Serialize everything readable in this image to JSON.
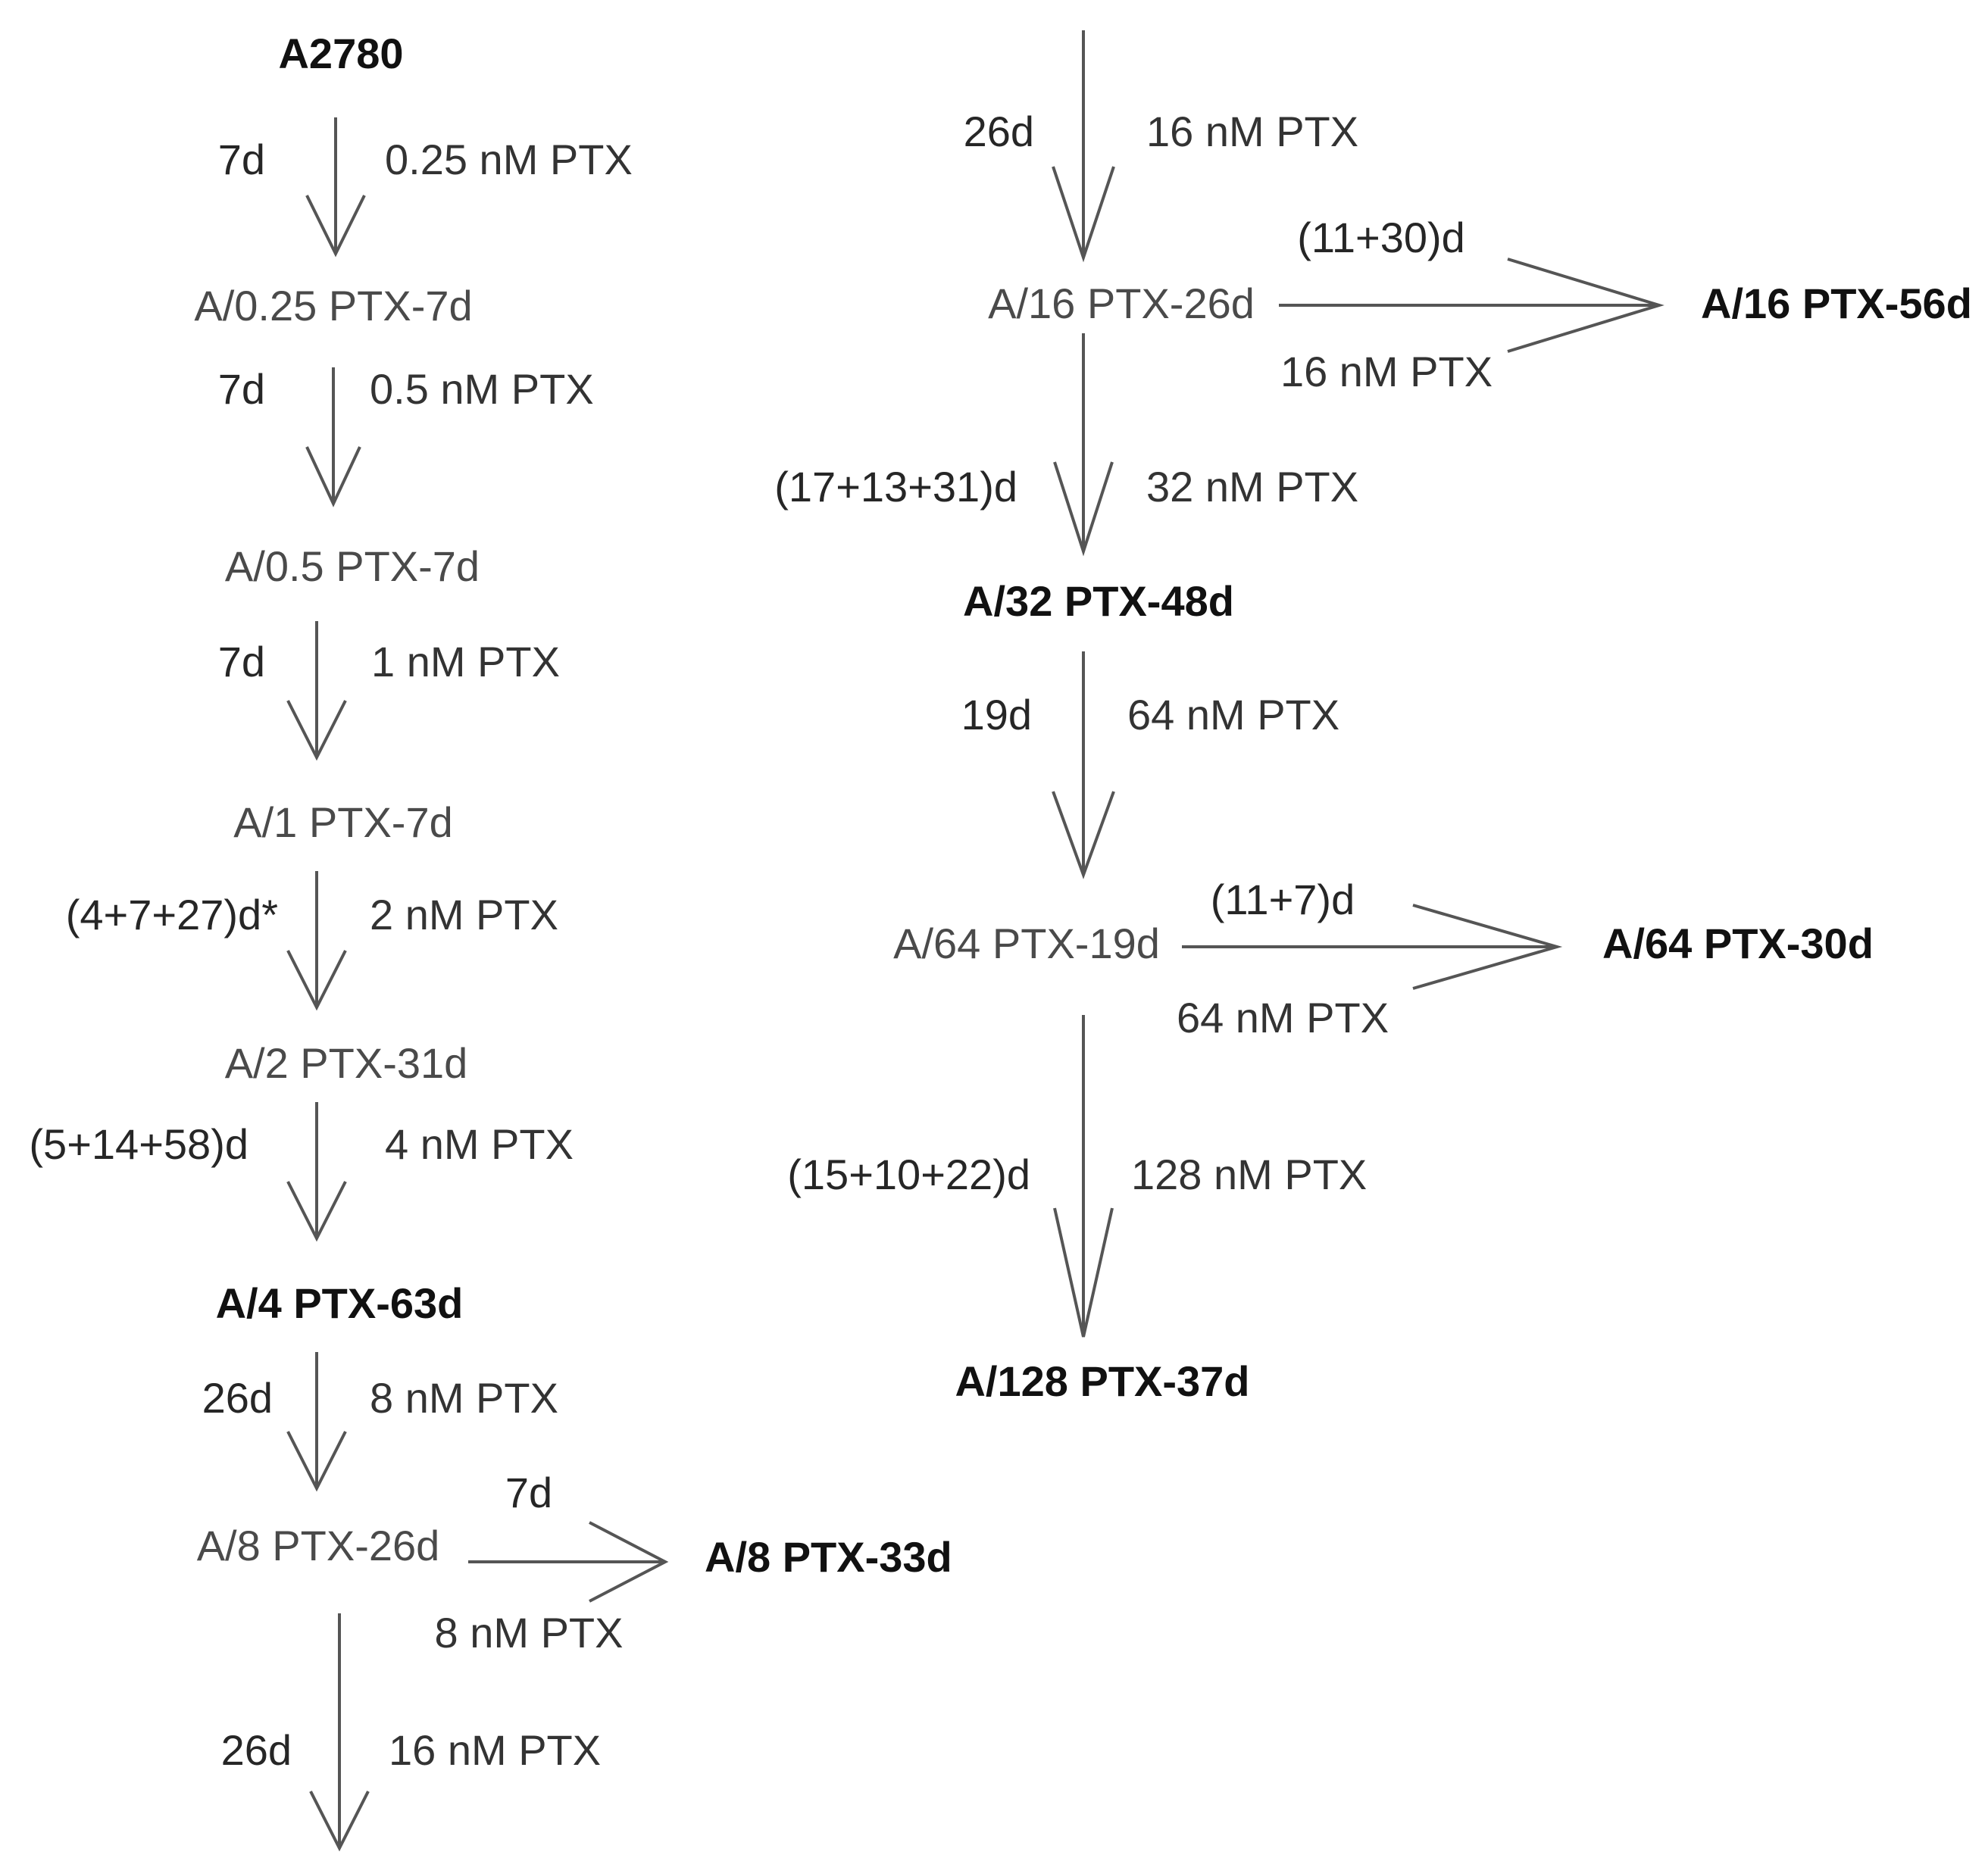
{
  "nodes": [
    {
      "id": "n_a2780",
      "text": "A2780",
      "bold": true
    },
    {
      "id": "n_025",
      "text": "A/0.25 PTX-7d",
      "bold": false
    },
    {
      "id": "n_05",
      "text": "A/0.5 PTX-7d",
      "bold": false
    },
    {
      "id": "n_1",
      "text": "A/1 PTX-7d",
      "bold": false
    },
    {
      "id": "n_2",
      "text": "A/2 PTX-31d",
      "bold": false
    },
    {
      "id": "n_4",
      "text": "A/4 PTX-63d",
      "bold": true
    },
    {
      "id": "n_8",
      "text": "A/8 PTX-26d",
      "bold": false
    },
    {
      "id": "n_8b",
      "text": "A/8 PTX-33d",
      "bold": true
    },
    {
      "id": "n_16",
      "text": "A/16 PTX-26d",
      "bold": false
    },
    {
      "id": "n_16b",
      "text": "A/16 PTX-56d",
      "bold": true
    },
    {
      "id": "n_32",
      "text": "A/32 PTX-48d",
      "bold": true
    },
    {
      "id": "n_64",
      "text": "A/64 PTX-19d",
      "bold": false
    },
    {
      "id": "n_64b",
      "text": "A/64 PTX-30d",
      "bold": true
    },
    {
      "id": "n_128",
      "text": "A/128 PTX-37d",
      "bold": true
    }
  ],
  "edges": [
    {
      "from": "n_a2780",
      "to": "n_025",
      "duration": [
        {
          "t": "7d",
          "b": true
        }
      ],
      "dose": "0.25 nM PTX"
    },
    {
      "from": "n_025",
      "to": "n_05",
      "duration": [
        {
          "t": "7d",
          "b": true
        }
      ],
      "dose": "0.5 nM PTX"
    },
    {
      "from": "n_05",
      "to": "n_1",
      "duration": [
        {
          "t": "7d",
          "b": true
        }
      ],
      "dose": "1 nM PTX"
    },
    {
      "from": "n_1",
      "to": "n_2",
      "duration": [
        {
          "t": "(",
          "b": false
        },
        {
          "t": "4",
          "b": true
        },
        {
          "t": "+",
          "b": false
        },
        {
          "t": "7",
          "b": false,
          "u": true
        },
        {
          "t": "+",
          "b": false
        },
        {
          "t": "27",
          "b": true
        },
        {
          "t": ")d*",
          "b": false
        }
      ],
      "dose": "2 nM PTX"
    },
    {
      "from": "n_2",
      "to": "n_4",
      "duration": [
        {
          "t": "(",
          "b": false
        },
        {
          "t": "5",
          "b": true
        },
        {
          "t": "+",
          "b": false
        },
        {
          "t": "14",
          "b": false,
          "u": true
        },
        {
          "t": "+",
          "b": false
        },
        {
          "t": "58",
          "b": true
        },
        {
          "t": ")d",
          "b": false
        }
      ],
      "dose": "4 nM PTX"
    },
    {
      "from": "n_4",
      "to": "n_8",
      "duration": [
        {
          "t": "26d",
          "b": true
        }
      ],
      "dose": "8 nM PTX"
    },
    {
      "from": "n_8",
      "to": "n_8b",
      "duration": [
        {
          "t": "7",
          "b": true
        },
        {
          "t": "d",
          "b": false
        }
      ],
      "dose": "8 nM PTX"
    },
    {
      "from": "n_8",
      "to": "n_16",
      "duration": [
        {
          "t": "26d",
          "b": true
        }
      ],
      "dose": "16 nM PTX"
    },
    {
      "from": "n_8",
      "to": "n_16",
      "duration": [
        {
          "t": "26d",
          "b": true
        }
      ],
      "dose": "16 nM PTX"
    },
    {
      "from": "n_16",
      "to": "n_16b",
      "duration": [
        {
          "t": "(",
          "b": false
        },
        {
          "t": "11",
          "b": false,
          "u": true
        },
        {
          "t": "+",
          "b": false
        },
        {
          "t": "30",
          "b": true
        },
        {
          "t": ")d",
          "b": false
        }
      ],
      "dose": "16 nM PTX"
    },
    {
      "from": "n_16",
      "to": "n_32",
      "duration": [
        {
          "t": "(",
          "b": false
        },
        {
          "t": "17",
          "b": true
        },
        {
          "t": "+",
          "b": false
        },
        {
          "t": "13",
          "b": false,
          "u": true
        },
        {
          "t": "+",
          "b": false
        },
        {
          "t": "31",
          "b": true
        },
        {
          "t": ")d",
          "b": false
        }
      ],
      "dose": "32 nM PTX"
    },
    {
      "from": "n_32",
      "to": "n_64",
      "duration": [
        {
          "t": "19d",
          "b": true
        }
      ],
      "dose": "64 nM PTX"
    },
    {
      "from": "n_64",
      "to": "n_64b",
      "duration": [
        {
          "t": "(",
          "b": false
        },
        {
          "t": "11",
          "b": true
        },
        {
          "t": "+",
          "b": false
        },
        {
          "t": "7",
          "b": false,
          "u": true
        },
        {
          "t": ")d",
          "b": false
        }
      ],
      "dose": "64 nM PTX"
    },
    {
      "from": "n_64",
      "to": "n_128",
      "duration": [
        {
          "t": "(",
          "b": false
        },
        {
          "t": "15",
          "b": true
        },
        {
          "t": "+",
          "b": false
        },
        {
          "t": "10",
          "b": false,
          "u": true
        },
        {
          "t": "+",
          "b": true
        },
        {
          "t": "22",
          "b": true
        },
        {
          "t": ")d",
          "b": false
        }
      ],
      "dose": "128 nM PTX"
    }
  ]
}
